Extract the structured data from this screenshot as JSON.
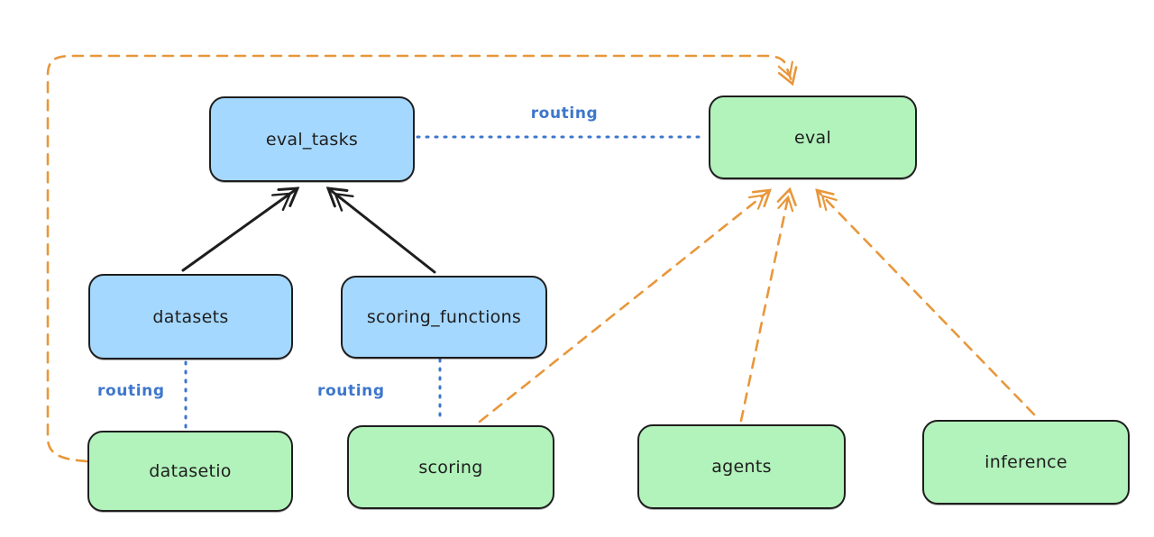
{
  "diagram": {
    "background_color": "#ffffff",
    "colors": {
      "api_node_fill_blue": "#a5d8ff",
      "provider_node_fill_green": "#b2f2bb",
      "node_border": "#1e1e1e",
      "routing_blue": "#3d76cc",
      "dependency_orange": "#e8973a",
      "arrow_black": "#1e1e1e"
    },
    "nodes": [
      {
        "id": "eval_tasks",
        "label": "eval_tasks",
        "color": "blue"
      },
      {
        "id": "eval",
        "label": "eval",
        "color": "green"
      },
      {
        "id": "datasets",
        "label": "datasets",
        "color": "blue"
      },
      {
        "id": "scoring_functions",
        "label": "scoring_functions",
        "color": "blue"
      },
      {
        "id": "datasetio",
        "label": "datasetio",
        "color": "green"
      },
      {
        "id": "scoring",
        "label": "scoring",
        "color": "green"
      },
      {
        "id": "agents",
        "label": "agents",
        "color": "green"
      },
      {
        "id": "inference",
        "label": "inference",
        "color": "green"
      }
    ],
    "edges": [
      {
        "from": "eval_tasks",
        "to": "eval",
        "style": "dotted",
        "color": "blue",
        "label": "routing"
      },
      {
        "from": "datasets",
        "to": "datasetio",
        "style": "dotted",
        "color": "blue",
        "label": "routing"
      },
      {
        "from": "scoring_functions",
        "to": "scoring",
        "style": "dotted",
        "color": "blue",
        "label": "routing"
      },
      {
        "from": "datasets",
        "to": "eval_tasks",
        "style": "solid-arrow",
        "color": "black",
        "label": ""
      },
      {
        "from": "scoring_functions",
        "to": "eval_tasks",
        "style": "solid-arrow",
        "color": "black",
        "label": ""
      },
      {
        "from": "scoring",
        "to": "eval",
        "style": "dashed-arrow",
        "color": "orange",
        "label": ""
      },
      {
        "from": "agents",
        "to": "eval",
        "style": "dashed-arrow",
        "color": "orange",
        "label": ""
      },
      {
        "from": "inference",
        "to": "eval",
        "style": "dashed-arrow",
        "color": "orange",
        "label": ""
      },
      {
        "from": "datasetio",
        "to": "eval",
        "style": "dashed-arrow",
        "color": "orange",
        "label": "",
        "route": "around-left-and-top"
      }
    ]
  }
}
